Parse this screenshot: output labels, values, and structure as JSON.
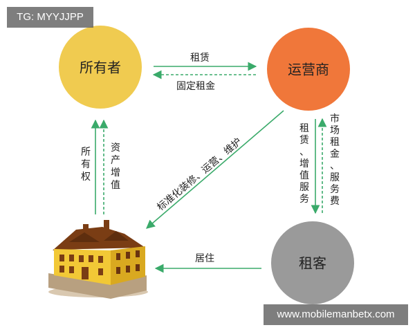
{
  "watermark_top": "TG: MYYJJPP",
  "watermark_bottom": "www.mobilemanbetx.com",
  "nodes": {
    "owner": {
      "label": "所有者",
      "color": "#f0cb50"
    },
    "operator": {
      "label": "运营商",
      "color": "#f0773a"
    },
    "tenant": {
      "label": "租客",
      "color": "#9a9a9a"
    },
    "house": {
      "wall_color": "#f2c836",
      "roof_color": "#7a3d14"
    }
  },
  "edges": {
    "owner_to_operator": "租赁",
    "operator_to_owner": "固定租金",
    "house_to_owner_left": [
      "所",
      "有",
      "权"
    ],
    "house_to_owner_right": [
      "资",
      "产",
      "增",
      "值"
    ],
    "operator_to_house": "标准化装修、运营、维护",
    "operator_to_tenant": [
      "租",
      "赁",
      "、",
      "增",
      "值",
      "服",
      "务"
    ],
    "tenant_to_operator": [
      "市",
      "场",
      "租",
      "金",
      "、",
      "服",
      "务",
      "费"
    ],
    "tenant_to_house": "居住"
  },
  "colors": {
    "arrow": "#3aaa6a"
  }
}
